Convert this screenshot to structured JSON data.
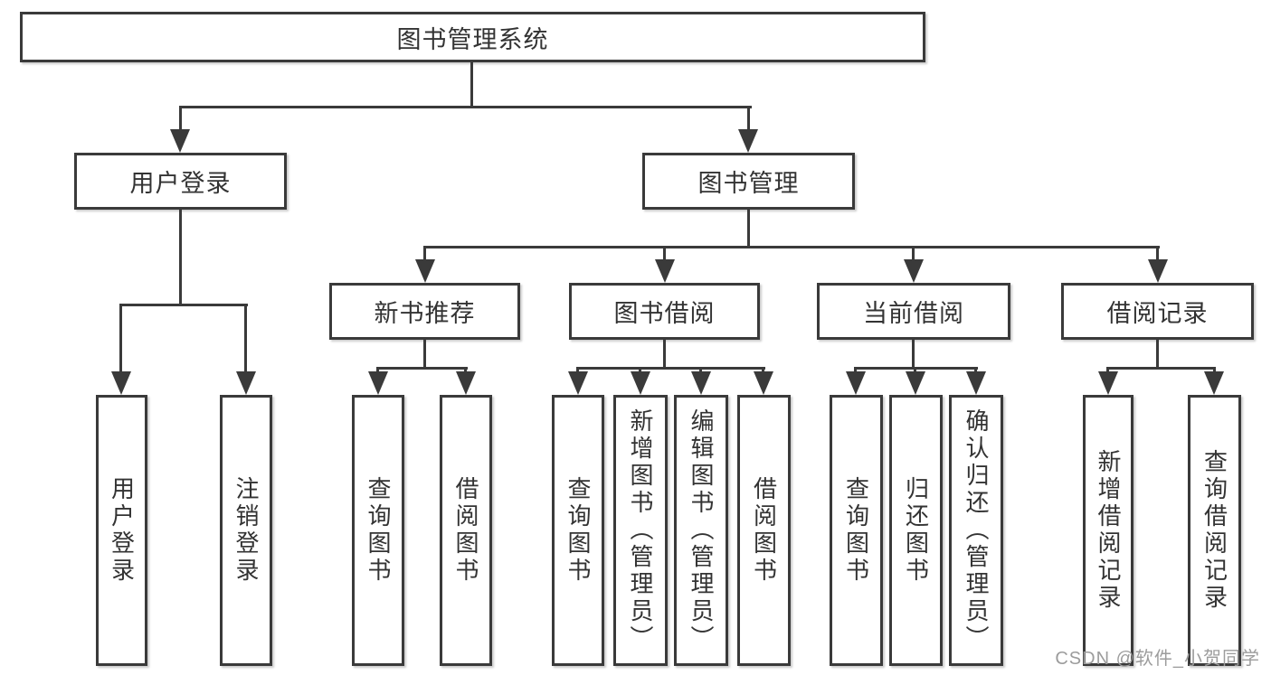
{
  "watermark": "CSDN @软件_小贺同学",
  "tree": {
    "root": {
      "label": "图书管理系统"
    },
    "login": {
      "label": "用户登录",
      "leaves": [
        {
          "label": "用户登录"
        },
        {
          "label": "注销登录"
        }
      ]
    },
    "management": {
      "label": "图书管理",
      "groups": [
        {
          "label": "新书推荐",
          "leaves": [
            {
              "label": "查询图书"
            },
            {
              "label": "借阅图书"
            }
          ]
        },
        {
          "label": "图书借阅",
          "leaves": [
            {
              "label": "查询图书"
            },
            {
              "label": "新增图书（管理员）"
            },
            {
              "label": "编辑图书（管理员）"
            },
            {
              "label": "借阅图书"
            }
          ]
        },
        {
          "label": "当前借阅",
          "leaves": [
            {
              "label": "查询图书"
            },
            {
              "label": "归还图书"
            },
            {
              "label": "确认归还（管理员）"
            }
          ]
        },
        {
          "label": "借阅记录",
          "leaves": [
            {
              "label": "新增借阅记录"
            },
            {
              "label": "查询借阅记录"
            }
          ]
        }
      ]
    }
  }
}
